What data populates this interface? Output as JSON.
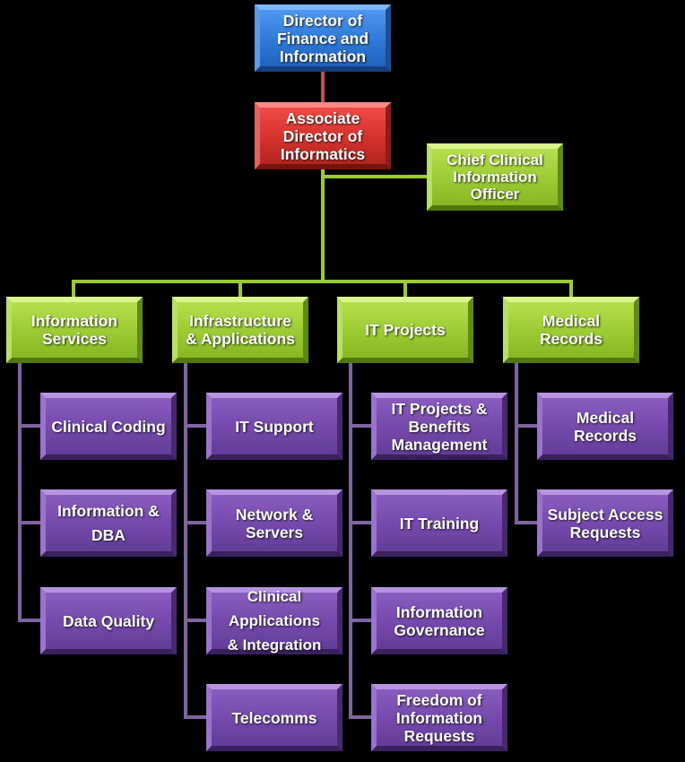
{
  "top": {
    "director": "Director of\nFinance and\nInformation",
    "associate": "Associate\nDirector of\nInformatics",
    "cclio": "Chief Clinical\nInformation\nOfficer"
  },
  "departments": [
    {
      "title": "Information\nServices",
      "units": [
        "Clinical Coding",
        "Information &\nDBA",
        "Data Quality"
      ]
    },
    {
      "title": "Infrastructure\n& Applications",
      "units": [
        "IT Support",
        "Network &\nServers",
        "Clinical\nApplications\n& Integration",
        "Telecomms"
      ]
    },
    {
      "title": "IT Projects",
      "units": [
        "IT Projects &\nBenefits\nManagement",
        "IT Training",
        "Information\nGovernance",
        "Freedom of\nInformation\nRequests"
      ]
    },
    {
      "title": "Medical\nRecords",
      "units": [
        "Medical\nRecords",
        "Subject Access\nRequests"
      ]
    }
  ],
  "colors": {
    "top_level": "#2e79d8",
    "associate": "#d4322d",
    "department": "#9acb33",
    "unit": "#7448ab",
    "line_red": "#c0504d",
    "line_green": "#9acb33",
    "line_purple": "#8064a2"
  }
}
